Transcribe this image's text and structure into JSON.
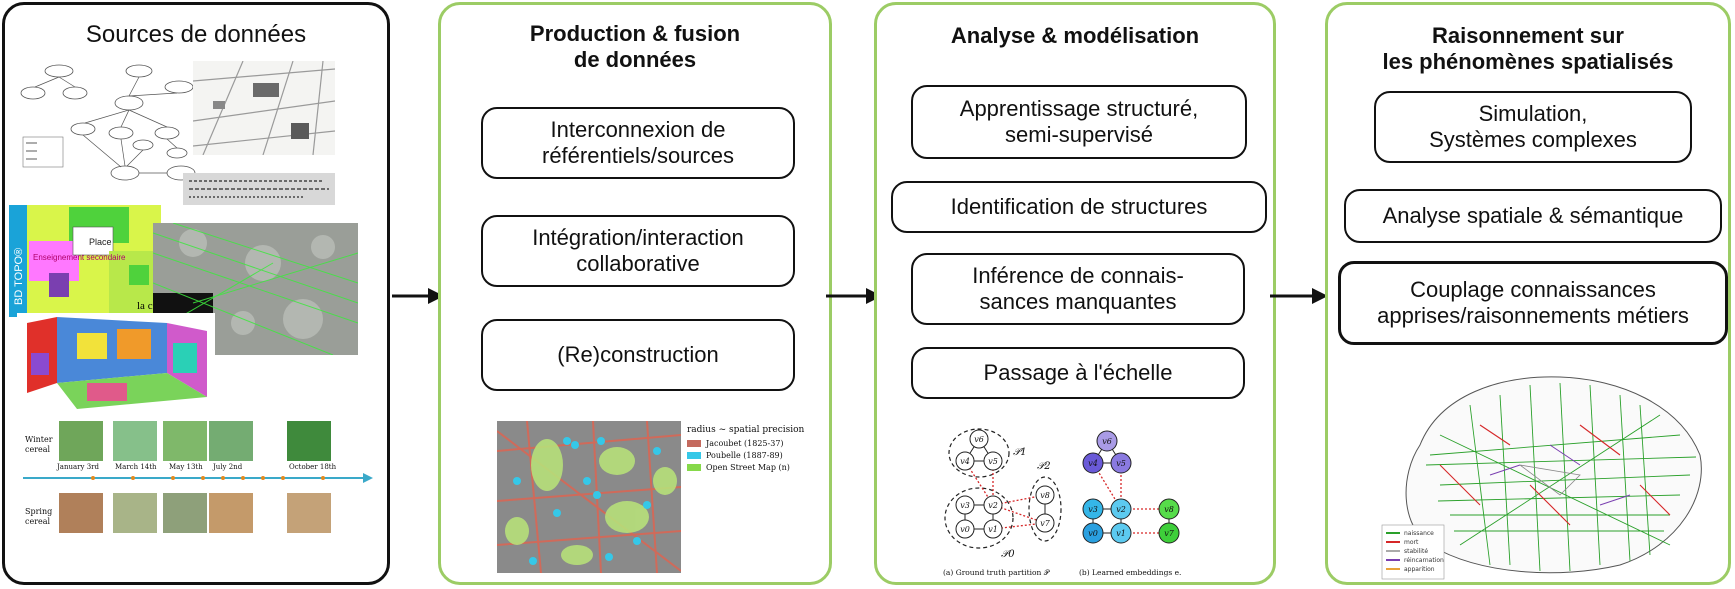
{
  "panels": {
    "sources": {
      "title": "Sources de données"
    },
    "production": {
      "title_line1": "Production & fusion",
      "title_line2": "de données",
      "boxes": [
        {
          "line1": "Interconnexion de",
          "line2": "référentiels/sources"
        },
        {
          "line1": "Intégration/interaction",
          "line2": "collaborative"
        },
        {
          "line1": "(Re)construction",
          "line2": ""
        }
      ]
    },
    "analyse": {
      "title": "Analyse & modélisation",
      "boxes": [
        {
          "line1": "Apprentissage structuré,",
          "line2": "semi-supervisé"
        },
        {
          "line1": "Identification de structures",
          "line2": ""
        },
        {
          "line1": "Inférence de connais-",
          "line2": "sances manquantes"
        },
        {
          "line1": "Passage à l'échelle",
          "line2": ""
        }
      ]
    },
    "raisonnement": {
      "title_line1": "Raisonnement sur",
      "title_line2": "les phénomènes spatialisés",
      "boxes": [
        {
          "line1": "Simulation,",
          "line2": "Systèmes complexes"
        },
        {
          "line1": "Analyse spatiale & sémantique",
          "line2": ""
        },
        {
          "line1": "Couplage connaissances",
          "line2": "apprises/raisonnements métiers"
        }
      ]
    }
  },
  "thumbnails": {
    "bdtopo": {
      "side_label": "BD TOPO®",
      "label_place": "Place",
      "label_site": "Enseignement secondaire",
      "label_la": "la c"
    },
    "timeline": {
      "row1_label_a": "Winter",
      "row1_label_b": "cereal",
      "row2_label_a": "Spring",
      "row2_label_b": "cereal",
      "dates": [
        "January 3rd",
        "March 14th",
        "May 13th",
        "July 2nd",
        "October 18th"
      ]
    },
    "fusion_map": {
      "legend_title": "radius ~ spatial precision",
      "legend": [
        {
          "label": "Jacoubet (1825-37)",
          "color": "#c46a5e"
        },
        {
          "label": "Poubelle (1887-89)",
          "color": "#35c8e8"
        },
        {
          "label": "Open Street Map (n)",
          "color": "#86d94a"
        }
      ]
    },
    "graphs": {
      "caption_a": "(a) Ground truth partition 𝒫",
      "caption_b": "(b) Learned embeddings e.",
      "partitions": [
        "𝒫1",
        "𝒫2",
        "𝒫0"
      ],
      "nodes": [
        "v6",
        "v4",
        "v5",
        "v3",
        "v2",
        "v0",
        "v1",
        "v8",
        "v7"
      ]
    },
    "paris_map": {
      "legend": [
        {
          "label": "naissance",
          "color": "#2aa02a"
        },
        {
          "label": "mort",
          "color": "#d62728"
        },
        {
          "label": "stabilité",
          "color": "#aaaaaa"
        },
        {
          "label": "réincarnation",
          "color": "#7a3fb0"
        },
        {
          "label": "apparition",
          "color": "#e8a33a"
        }
      ]
    }
  },
  "colors": {
    "green_border": "#9ccc65",
    "black_border": "#111111"
  }
}
